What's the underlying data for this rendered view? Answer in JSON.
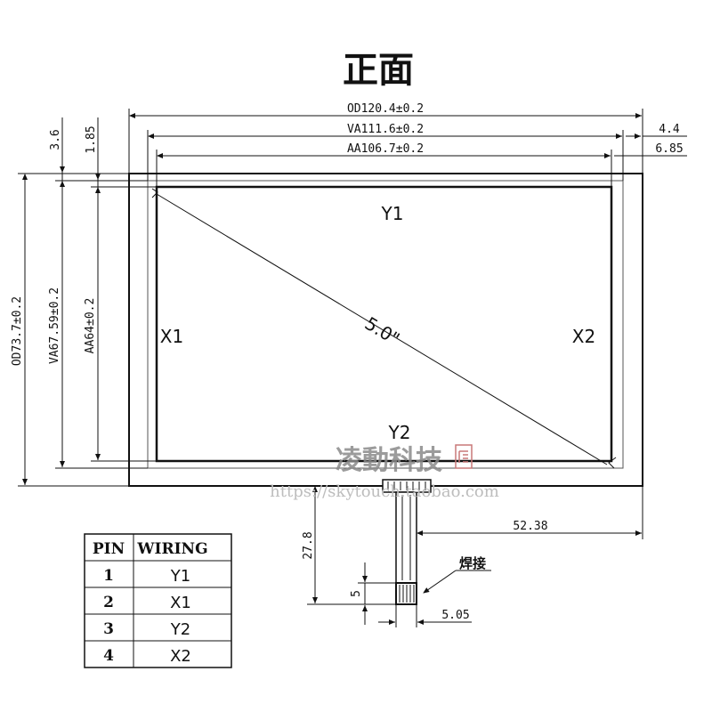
{
  "title": "正面",
  "dimensions": {
    "od_width": "OD120.4±0.2",
    "va_width": "VA111.6±0.2",
    "aa_width": "AA106.7±0.2",
    "right_offset_1": "4.4",
    "right_offset_2": "6.85",
    "top_offset_1": "3.6",
    "top_offset_2": "1.85",
    "od_height": "OD73.7±0.2",
    "va_height": "VA67.59±0.2",
    "aa_height": "AA64±0.2",
    "tail_length": "27.8",
    "tail_offset": "52.38",
    "pad_height": "5",
    "pad_width": "5.05"
  },
  "panel": {
    "y1": "Y1",
    "y2": "Y2",
    "x1": "X1",
    "x2": "X2",
    "diagonal": "5.0\""
  },
  "weld_label": "焊接",
  "watermark": {
    "brand": "凌動科技",
    "url": "https://skytouch.taobao.com"
  },
  "pin_table": {
    "headers": [
      "PIN",
      "WIRING"
    ],
    "rows": [
      {
        "pin": "1",
        "wiring": "Y1"
      },
      {
        "pin": "2",
        "wiring": "X1"
      },
      {
        "pin": "3",
        "wiring": "Y2"
      },
      {
        "pin": "4",
        "wiring": "X2"
      }
    ]
  }
}
